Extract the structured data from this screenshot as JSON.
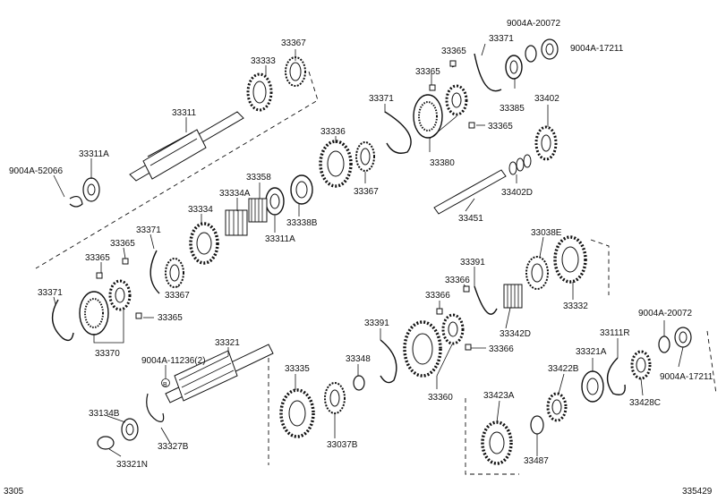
{
  "diagram": {
    "labels": {
      "p33367_top": "33367",
      "p33333": "33333",
      "p33311": "33311",
      "p33311A_top": "33311A",
      "p9004A_52066": "9004A-52066",
      "p33336": "33336",
      "p33367_mid": "33367",
      "p33358": "33358",
      "p33334A": "33334A",
      "p33334": "33334",
      "p33338B": "33338B",
      "p33311A_mid": "33311A",
      "p33371_mid": "33371",
      "p33371_top": "33371",
      "p9004A_20072_top": "9004A-20072",
      "p9004A_17211_top": "9004A-17211",
      "p33365_a": "33365",
      "p33365_b": "33365",
      "p33365_c": "33365",
      "p33385": "33385",
      "p33380": "33380",
      "p33402": "33402",
      "p33402D": "33402D",
      "p33451": "33451",
      "p33371_left": "33371",
      "p33365_d": "33365",
      "p33365_e": "33365",
      "p33365_f": "33365",
      "p33371_far": "33371",
      "p33367_low": "33367",
      "p33370": "33370",
      "p33038E": "33038E",
      "p33391_a": "33391",
      "p33366_a": "33366",
      "p33366_b": "33366",
      "p33332": "33332",
      "p33342D": "33342D",
      "p33391_b": "33391",
      "p33366_c": "33366",
      "p33321": "33321",
      "p9004A_11236": "9004A-11236(2)",
      "p_b_marker": "B",
      "p33335": "33335",
      "p33348": "33348",
      "p33360": "33360",
      "p9004A_20072_low": "9004A-20072",
      "p33111R": "33111R",
      "p33321A": "33321A",
      "p33422B": "33422B",
      "p9004A_17211_low": "9004A-17211",
      "p33428C": "33428C",
      "p33134B": "33134B",
      "p33327B": "33327B",
      "p33321N": "33321N",
      "p33037B": "33037B",
      "p33423A": "33423A",
      "p33487": "33487"
    }
  },
  "footer": {
    "left_code": "3305",
    "right_code": "335429"
  }
}
